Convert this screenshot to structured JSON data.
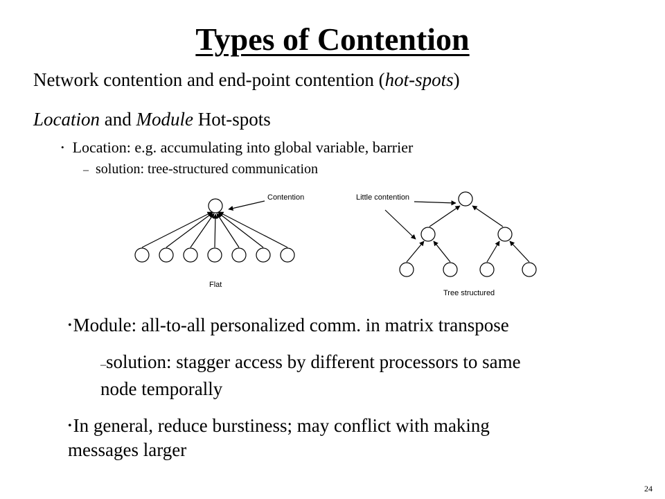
{
  "title": "Types of Contention",
  "line1": {
    "text": "Network contention and end-point contention (",
    "em": "hot-spots",
    "close": ")"
  },
  "line2": {
    "em1": "Location",
    "and": " and ",
    "em2": "Module",
    "rest": " Hot-spots"
  },
  "bullet1": {
    "marker": "•",
    "text": "Location: e.g. accumulating into global variable, barrier"
  },
  "dash1": {
    "marker": "–",
    "text": "solution: tree-structured communication"
  },
  "diagram": {
    "label_contention": "Contention",
    "label_little": "Little contention",
    "label_flat": "Flat",
    "label_tree": "Tree structured"
  },
  "bullet2": {
    "marker": "•",
    "text": "Module: all-to-all personalized comm. in matrix transpose"
  },
  "dash2": {
    "marker": "–",
    "line1": "solution: stagger access by different processors to same",
    "line2": "node temporally"
  },
  "bullet3": {
    "marker": "•",
    "line1": "In general, reduce burstiness; may conflict with making",
    "line2": "messages larger"
  },
  "page_number": "24"
}
